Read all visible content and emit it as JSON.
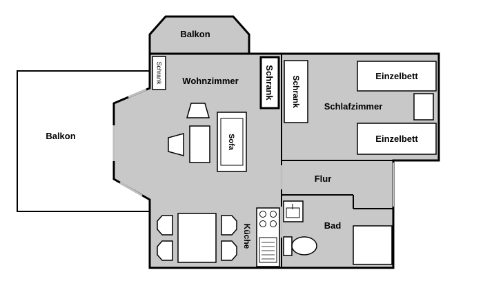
{
  "rooms": {
    "balkon_top": "Balkon",
    "balkon_left": "Balkon",
    "wohnzimmer": "Wohnzimmer",
    "schlafzimmer": "Schlafzimmer",
    "flur": "Flur",
    "bad": "Bad",
    "kueche": "Küche"
  },
  "furniture": {
    "schrank_small": "Schrank",
    "schrank_living": "Schrank",
    "schrank_bedroom": "Schrank",
    "sofa": "Sofa",
    "einzelbett_top": "Einzelbett",
    "einzelbett_bottom": "Einzelbett"
  },
  "colors": {
    "floor": "#c8c8c8",
    "wall": "#000000",
    "furniture_fill": "#ffffff",
    "balcony_fill": "#ffffff"
  }
}
